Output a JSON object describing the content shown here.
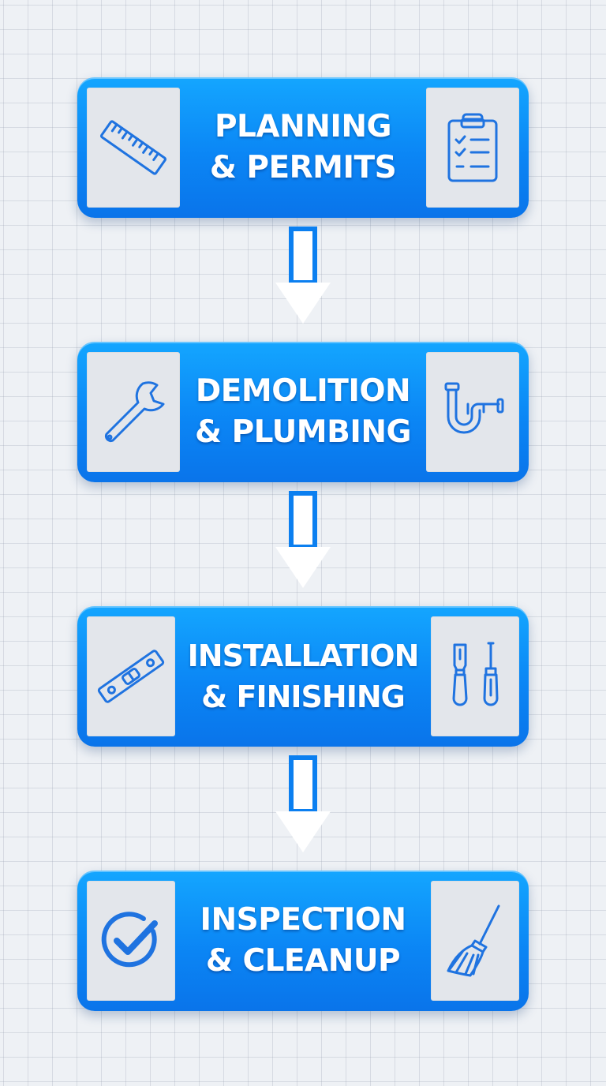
{
  "steps": [
    {
      "line1": "PLANNING",
      "line2": "& PERMITS",
      "left_icon": "ruler-icon",
      "right_icon": "clipboard-checklist-icon"
    },
    {
      "line1": "DEMOLITION",
      "line2": "& PLUMBING",
      "left_icon": "wrench-icon",
      "right_icon": "pipe-trap-icon"
    },
    {
      "line1": "INSTALLATION",
      "line2": "& FINISHING",
      "left_icon": "spirit-level-icon",
      "right_icon": "putty-knife-screwdriver-icon"
    },
    {
      "line1": "INSPECTION",
      "line2": "& CLEANUP",
      "left_icon": "check-circle-icon",
      "right_icon": "broom-icon"
    }
  ],
  "colors": {
    "box_blue": "#0b86f5",
    "box_blue_light": "#14a6ff",
    "icon_blue": "#1f73e0",
    "panel_gray": "#e3e6eb",
    "arrow_fill": "#ffffff",
    "background": "#eef1f5"
  }
}
